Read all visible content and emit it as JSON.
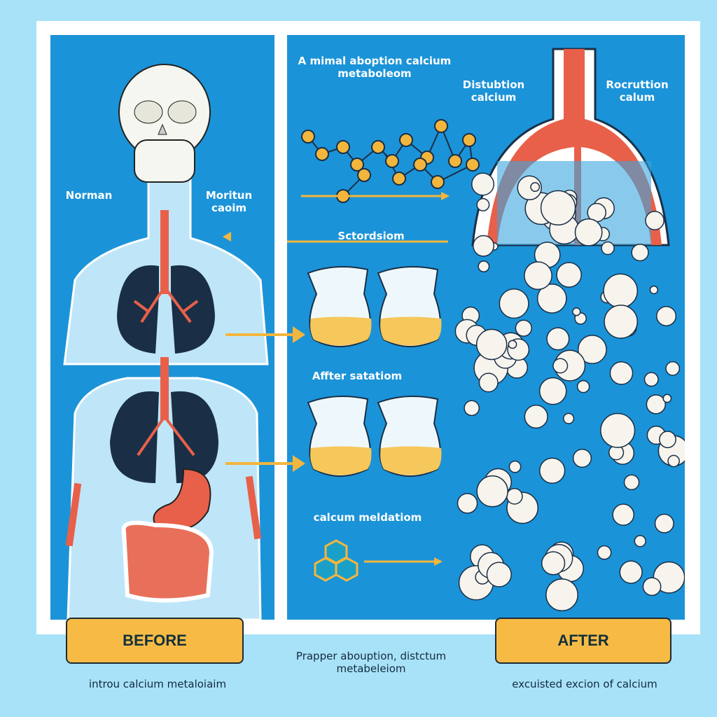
{
  "left_panel": {
    "label_left": "Norman",
    "label_right": "Moritun caoim"
  },
  "right_panel": {
    "top_left": "A mimal aboption calcium metaboleom",
    "top_mid": "Distubtion calcium",
    "top_right": "Rocruttion calum",
    "mid_label": "Sctordsiom",
    "after_label": "Affter satatiom",
    "bottom_label": "calcum meldatiom"
  },
  "footer": {
    "before_button": "BEFORE",
    "after_button": "AFTER",
    "before_caption": "introu calcium metaloiaim",
    "center_caption": "Prapper abouption, distctum metabeleiom",
    "after_caption": "excuisted excion of calcium"
  },
  "colors": {
    "background": "#a8e2f8",
    "panel": "#1b93d8",
    "accent": "#f7bb45",
    "vessel": "#e8604a"
  }
}
